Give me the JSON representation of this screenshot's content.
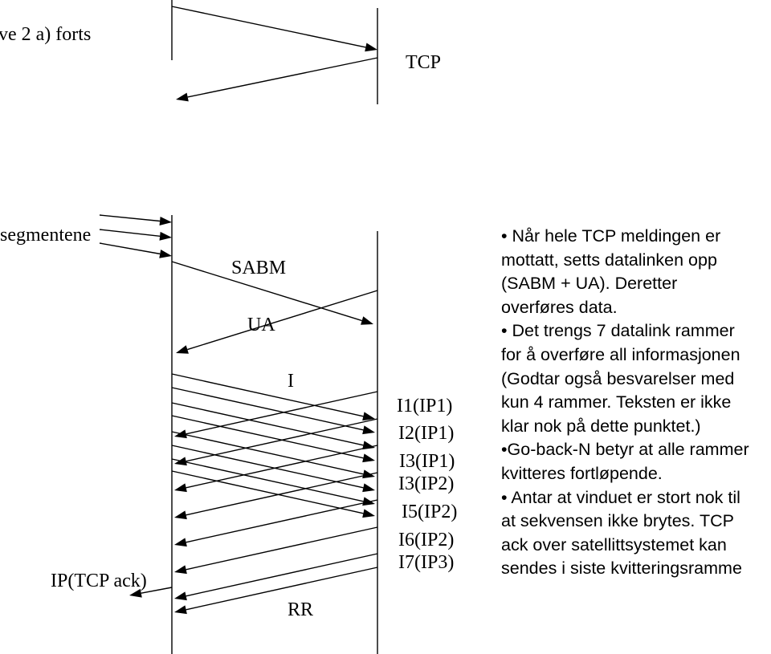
{
  "heading_fragment": "ve 2 a) forts",
  "labels": {
    "tcp": "TCP",
    "segmentene": "segmentene",
    "sabm": "SABM",
    "ua": "UA",
    "i": "I",
    "ip_tcp_ack": "IP(TCP ack)",
    "rr": "RR"
  },
  "frames": [
    "I1(IP1)",
    "I2(IP1)",
    "I3(IP1)",
    "I3(IP2)",
    "I5(IP2)",
    "I6(IP2)",
    "I7(IP3)"
  ],
  "notes": [
    "• Når hele TCP meldingen er",
    "mottatt, setts datalinken opp",
    "(SABM + UA). Deretter",
    "overføres data.",
    "• Det trengs 7 datalink rammer",
    "for å overføre all informasjonen",
    "(Godtar også besvarelser med",
    "kun 4 rammer. Teksten er ikke",
    "klar nok på dette punktet.)",
    "•Go-back-N betyr at alle rammer",
    "kvitteres fortløpende.",
    "• Antar at vinduet er stort nok til",
    "at sekvensen ikke brytes. TCP",
    "ack over satellittsystemet kan",
    "sendes i siste kvitteringsramme"
  ],
  "colors": {
    "ink": "#000000",
    "background": "#ffffff"
  }
}
